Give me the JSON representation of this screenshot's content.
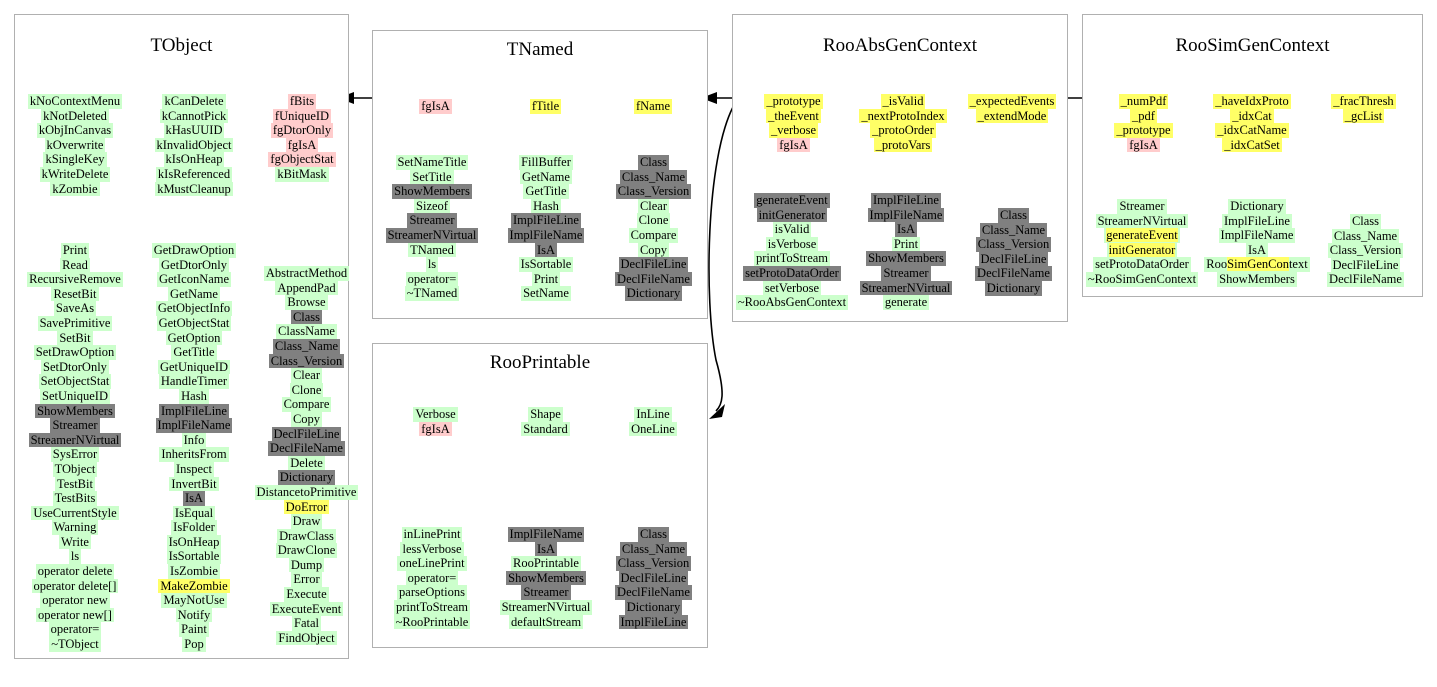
{
  "diagram": {
    "title": "ROOT / RooFit class inheritance diagram",
    "colors": {
      "member_variable": "#ffcccc",
      "method": "#ccffcc",
      "highlight": "#ffff66",
      "inherited_gray": "#808080",
      "box_border": "#b0b0b0",
      "connector": "#000000",
      "background": "#ffffff"
    }
  },
  "classes": {
    "tobject": {
      "name": "TObject",
      "attributes": {
        "col1": [
          "kNoContextMenu",
          "kNotDeleted",
          "kObjInCanvas",
          "kOverwrite",
          "kSingleKey",
          "kWriteDelete",
          "kZombie"
        ],
        "col2": [
          "kCanDelete",
          "kCannotPick",
          "kHasUUID",
          "kInvalidObject",
          "kIsOnHeap",
          "kIsReferenced",
          "kMustCleanup"
        ],
        "col3": [
          "fBits",
          "fUniqueID",
          "fgDtorOnly",
          "fgIsA",
          "fgObjectStat",
          "kBitMask"
        ]
      },
      "methods": {
        "col1": [
          "Print",
          "Read",
          "RecursiveRemove",
          "ResetBit",
          "SaveAs",
          "SavePrimitive",
          "SetBit",
          "SetDrawOption",
          "SetDtorOnly",
          "SetObjectStat",
          "SetUniqueID",
          "ShowMembers",
          "Streamer",
          "StreamerNVirtual",
          "SysError",
          "TObject",
          "TestBit",
          "TestBits",
          "UseCurrentStyle",
          "Warning",
          "Write",
          "ls",
          "operator delete",
          "operator delete[]",
          "operator new",
          "operator new[]",
          "operator=",
          "~TObject"
        ],
        "col2": [
          "GetDrawOption",
          "GetDtorOnly",
          "GetIconName",
          "GetName",
          "GetObjectInfo",
          "GetObjectStat",
          "GetOption",
          "GetTitle",
          "GetUniqueID",
          "HandleTimer",
          "Hash",
          "ImplFileLine",
          "ImplFileName",
          "Info",
          "InheritsFrom",
          "Inspect",
          "InvertBit",
          "IsA",
          "IsEqual",
          "IsFolder",
          "IsOnHeap",
          "IsSortable",
          "IsZombie",
          "MakeZombie",
          "MayNotUse",
          "Notify",
          "Paint",
          "Pop"
        ],
        "col3": [
          "AbstractMethod",
          "AppendPad",
          "Browse",
          "Class",
          "ClassName",
          "Class_Name",
          "Class_Version",
          "Clear",
          "Clone",
          "Compare",
          "Copy",
          "DeclFileLine",
          "DeclFileName",
          "Delete",
          "Dictionary",
          "DistancetoPrimitive",
          "DoError",
          "Draw",
          "DrawClass",
          "DrawClone",
          "Dump",
          "Error",
          "Execute",
          "ExecuteEvent",
          "Fatal",
          "FindObject"
        ]
      }
    },
    "tnamed": {
      "name": "TNamed",
      "attributes": {
        "col1": [
          "fgIsA"
        ],
        "col2": [
          "fTitle"
        ],
        "col3": [
          "fName"
        ]
      },
      "methods": {
        "col1": [
          "SetNameTitle",
          "SetTitle",
          "ShowMembers",
          "Sizeof",
          "Streamer",
          "StreamerNVirtual",
          "TNamed",
          "ls",
          "operator=",
          "~TNamed"
        ],
        "col2": [
          "FillBuffer",
          "GetName",
          "GetTitle",
          "Hash",
          "ImplFileLine",
          "ImplFileName",
          "IsA",
          "IsSortable",
          "Print",
          "SetName"
        ],
        "col3": [
          "Class",
          "Class_Name",
          "Class_Version",
          "Clear",
          "Clone",
          "Compare",
          "Copy",
          "DeclFileLine",
          "DeclFileName",
          "Dictionary"
        ]
      }
    },
    "rooprintable": {
      "name": "RooPrintable",
      "attributes": {
        "col1": [
          "Verbose",
          "fgIsA"
        ],
        "col2": [
          "Shape",
          "Standard"
        ],
        "col3": [
          "InLine",
          "OneLine"
        ]
      },
      "methods": {
        "col1": [
          "inLinePrint",
          "lessVerbose",
          "oneLinePrint",
          "operator=",
          "parseOptions",
          "printToStream",
          "~RooPrintable"
        ],
        "col2": [
          "ImplFileName",
          "IsA",
          "RooPrintable",
          "ShowMembers",
          "Streamer",
          "StreamerNVirtual",
          "defaultStream"
        ],
        "col3": [
          "Class",
          "Class_Name",
          "Class_Version",
          "DeclFileLine",
          "DeclFileName",
          "Dictionary",
          "ImplFileLine"
        ]
      }
    },
    "rooabsgencontext": {
      "name": "RooAbsGenContext",
      "attributes": {
        "col1": [
          "_prototype",
          "_theEvent",
          "_verbose",
          "fgIsA"
        ],
        "col2": [
          "_isValid",
          "_nextProtoIndex",
          "_protoOrder",
          "_protoVars"
        ],
        "col3": [
          "_expectedEvents",
          "_extendMode"
        ]
      },
      "methods": {
        "col1": [
          "generateEvent",
          "initGenerator",
          "isValid",
          "isVerbose",
          "printToStream",
          "setProtoDataOrder",
          "setVerbose",
          "~RooAbsGenContext"
        ],
        "col2": [
          "ImplFileLine",
          "ImplFileName",
          "IsA",
          "Print",
          "ShowMembers",
          "Streamer",
          "StreamerNVirtual",
          "generate"
        ],
        "col3": [
          "Class",
          "Class_Name",
          "Class_Version",
          "DeclFileLine",
          "DeclFileName",
          "Dictionary"
        ]
      }
    },
    "roosimgencontext": {
      "name": "RooSimGenContext",
      "attributes": {
        "col1": [
          "_numPdf",
          "_pdf",
          "_prototype",
          "fgIsA"
        ],
        "col2": [
          "_haveIdxProto",
          "_idxCat",
          "_idxCatName",
          "_idxCatSet"
        ],
        "col3": [
          "_fracThresh",
          "_gcList"
        ]
      },
      "methods": {
        "col1": [
          "Streamer",
          "StreamerNVirtual",
          "generateEvent",
          "initGenerator",
          "setProtoDataOrder",
          "~RooSimGenContext"
        ],
        "col2": [
          "Dictionary",
          "ImplFileLine",
          "ImplFileName",
          "IsA",
          "RooSimGenContext",
          "ShowMembers"
        ],
        "col3": [
          "Class",
          "Class_Name",
          "Class_Version",
          "DeclFileLine",
          "DeclFileName"
        ]
      }
    }
  },
  "styling": {
    "tobject": {
      "attributes": {
        "col1": [
          "green",
          "green",
          "green",
          "green",
          "green",
          "green",
          "green"
        ],
        "col2": [
          "green",
          "green",
          "green",
          "green",
          "green",
          "green",
          "green"
        ],
        "col3": [
          "pink",
          "pink",
          "pink",
          "pink",
          "pink",
          "green"
        ]
      },
      "methods": {
        "col1": [
          "green",
          "green",
          "green",
          "green",
          "green",
          "green",
          "green",
          "green",
          "green",
          "green",
          "green",
          "gray",
          "gray",
          "gray",
          "green",
          "green",
          "green",
          "green",
          "green",
          "green",
          "green",
          "green",
          "green",
          "green",
          "green",
          "green",
          "green",
          "green"
        ],
        "col2": [
          "green",
          "green",
          "green",
          "green",
          "green",
          "green",
          "green",
          "green",
          "green",
          "green",
          "green",
          "gray",
          "gray",
          "green",
          "green",
          "green",
          "green",
          "gray",
          "green",
          "green",
          "green",
          "green",
          "green",
          "yellow",
          "green",
          "green",
          "green",
          "green"
        ],
        "col3": [
          "green",
          "green",
          "green",
          "gray",
          "green",
          "gray",
          "gray",
          "green",
          "green",
          "green",
          "green",
          "gray",
          "gray",
          "green",
          "gray",
          "green",
          "yellow",
          "green",
          "green",
          "green",
          "green",
          "green",
          "green",
          "green",
          "green",
          "green"
        ]
      }
    },
    "tnamed": {
      "attributes": {
        "col1": [
          "pink"
        ],
        "col2": [
          "yellow"
        ],
        "col3": [
          "yellow"
        ]
      },
      "methods": {
        "col1": [
          "green",
          "green",
          "gray",
          "green",
          "gray",
          "gray",
          "green",
          "green",
          "green",
          "green"
        ],
        "col2": [
          "green",
          "green",
          "green",
          "green",
          "gray",
          "gray",
          "gray",
          "green",
          "green",
          "green"
        ],
        "col3": [
          "gray",
          "gray",
          "gray",
          "green",
          "green",
          "green",
          "green",
          "gray",
          "gray",
          "gray"
        ]
      }
    },
    "rooprintable": {
      "attributes": {
        "col1": [
          "green",
          "pink"
        ],
        "col2": [
          "green",
          "green"
        ],
        "col3": [
          "green",
          "green"
        ]
      },
      "methods": {
        "col1": [
          "green",
          "green",
          "green",
          "green",
          "green",
          "green",
          "green"
        ],
        "col2": [
          "gray",
          "gray",
          "green",
          "gray",
          "gray",
          "green",
          "green"
        ],
        "col3": [
          "gray",
          "gray",
          "gray",
          "gray",
          "gray",
          "gray",
          "gray"
        ]
      }
    },
    "rooabsgencontext": {
      "attributes": {
        "col1": [
          "yellow",
          "yellow",
          "yellow",
          "pink"
        ],
        "col2": [
          "yellow",
          "yellow",
          "yellow",
          "yellow"
        ],
        "col3": [
          "yellow",
          "yellow"
        ]
      },
      "methods": {
        "col1": [
          "gray",
          "gray",
          "green",
          "green",
          "green",
          "gray",
          "green",
          "green"
        ],
        "col2": [
          "gray",
          "gray",
          "gray",
          "green",
          "gray",
          "gray",
          "gray",
          "green"
        ],
        "col3": [
          "gray",
          "gray",
          "gray",
          "gray",
          "gray",
          "gray"
        ]
      }
    },
    "roosimgencontext": {
      "attributes": {
        "col1": [
          "yellow",
          "yellow",
          "yellow",
          "pink"
        ],
        "col2": [
          "yellow",
          "yellow",
          "yellow",
          "yellow"
        ],
        "col3": [
          "yellow",
          "yellow"
        ]
      },
      "methods": {
        "col1": [
          "green",
          "green",
          "green-hl",
          "green-hl",
          "green",
          "green"
        ],
        "col2": [
          "green",
          "green",
          "green",
          "green",
          "green-hl-partial",
          "green"
        ],
        "col3": [
          "green",
          "green",
          "green",
          "green",
          "green"
        ]
      }
    }
  },
  "connectors": [
    {
      "name": "tnamed-to-tobject",
      "from": "TNamed",
      "to": "TObject"
    },
    {
      "name": "rooabsgencontext-to-tnamed",
      "from": "RooAbsGenContext",
      "to": "TNamed"
    },
    {
      "name": "rooabsgencontext-to-rooprintable",
      "from": "RooAbsGenContext",
      "to": "RooPrintable"
    },
    {
      "name": "roosimgencontext-to-rooabsgencontext",
      "from": "RooSimGenContext",
      "to": "RooAbsGenContext"
    }
  ]
}
